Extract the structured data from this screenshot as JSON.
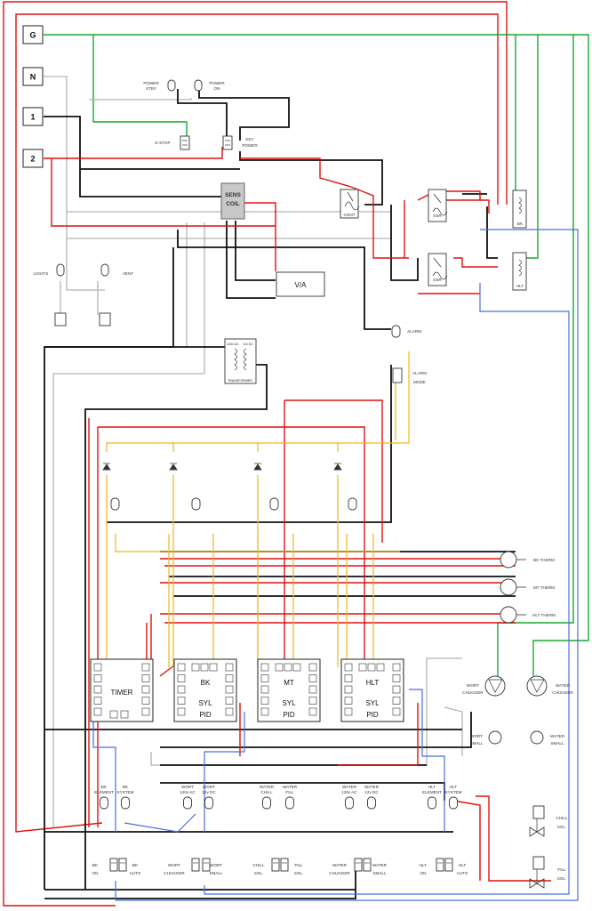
{
  "nodes": {
    "g": "G",
    "n": "N",
    "l1": "1",
    "l2": "2"
  },
  "labels": {
    "power_stby": [
      "POWER",
      "STBY"
    ],
    "power_on": [
      "POWER",
      "ON"
    ],
    "estop": "E-STOP",
    "key_power": [
      "KEY",
      "POWER"
    ],
    "sens_coil": [
      "SENS",
      "COIL"
    ],
    "cont": "CONT",
    "ssr": "SSR",
    "bk": "BK",
    "hlt": "HLT",
    "va": "V/A",
    "lights": "LIGHTS",
    "vent": "VENT",
    "alarm": "ALARM",
    "alarm_mode": [
      "ALARM",
      "MODE"
    ],
    "transformer": "TRANSFORMER",
    "transformer_in": "120v AC",
    "transformer_out": "12v DC",
    "bk_therm": "BK THERM",
    "mt_therm": "MT THERM",
    "hlt_therm": "HLT THERM",
    "wort_chugger": [
      "WORT",
      "CHUGGER"
    ],
    "water_chugger": [
      "WATER",
      "CHUGGER"
    ],
    "wort_small": [
      "WORT",
      "SMALL"
    ],
    "water_small": [
      "WATER",
      "SMALL"
    ],
    "chill_sol": [
      "CHILL",
      "SOL."
    ],
    "fill_sol": [
      "FILL",
      "SOL."
    ]
  },
  "controllers": [
    {
      "name": "TIMER",
      "line2": "",
      "line3": ""
    },
    {
      "name": "BK",
      "line2": "SYL",
      "line3": "PID"
    },
    {
      "name": "MT",
      "line2": "SYL",
      "line3": "PID"
    },
    {
      "name": "HLT",
      "line2": "SYL",
      "line3": "PID"
    }
  ],
  "lamps": [
    [
      "BK",
      "ELEMENT"
    ],
    [
      "BK",
      "SYSTEM"
    ],
    [
      "WORT",
      "120v AC"
    ],
    [
      "WORT",
      "12v DC"
    ],
    [
      "WATER",
      "CHILL"
    ],
    [
      "WATER",
      "FILL"
    ],
    [
      "WATER",
      "120v AC"
    ],
    [
      "WATER",
      "12v DC"
    ],
    [
      "HLT",
      "ELEMENT"
    ],
    [
      "HLT",
      "SYSTEM"
    ]
  ],
  "switches": [
    [
      "BK",
      "ON"
    ],
    [
      "BK",
      "AUTO"
    ],
    [
      "WORT",
      "CHUGGER"
    ],
    [
      "WORT",
      "SMALL"
    ],
    [
      "CHILL",
      "SOL."
    ],
    [
      "FILL",
      "SOL."
    ],
    [
      "WATER",
      "CHUGGER"
    ],
    [
      "WATER",
      "SMALL"
    ],
    [
      "HLT",
      "ON"
    ],
    [
      "HLT",
      "AUTO"
    ]
  ],
  "colors": {
    "red": "#e01010",
    "black": "#111111",
    "green": "#16a832",
    "gray": "#b4b4b4",
    "yellow": "#f2b619",
    "blue": "#4a6ee0"
  }
}
